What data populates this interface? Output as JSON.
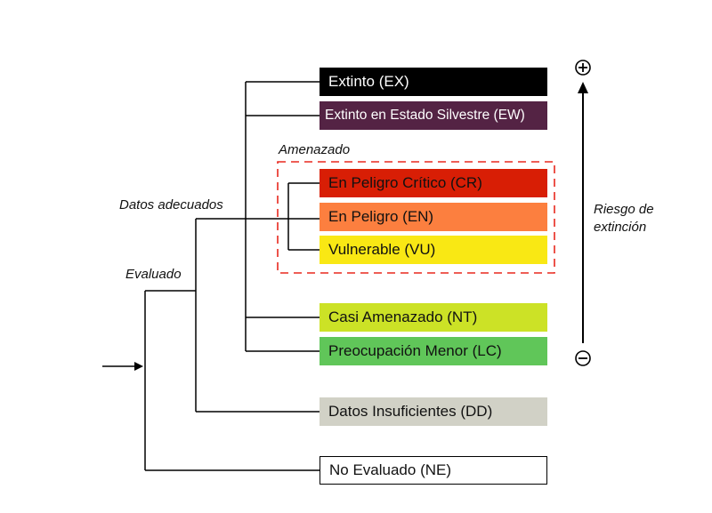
{
  "labels": {
    "evaluado": "Evaluado",
    "datos_adecuados": "Datos adecuados",
    "amenazado": "Amenazado",
    "riesgo_line1": "Riesgo de",
    "riesgo_line2": "extinción"
  },
  "categories": [
    {
      "id": "ex",
      "label": "Extinto (EX)",
      "bg": "#000000",
      "fg": "#ffffff"
    },
    {
      "id": "ew",
      "label": "Extinto en Estado Silvestre (EW)",
      "bg": "#542344",
      "fg": "#ffffff"
    },
    {
      "id": "cr",
      "label": "En Peligro Crítico (CR)",
      "bg": "#d81e05",
      "fg": "#111111"
    },
    {
      "id": "en",
      "label": "En Peligro (EN)",
      "bg": "#fc7f3f",
      "fg": "#111111"
    },
    {
      "id": "vu",
      "label": "Vulnerable (VU)",
      "bg": "#f9e814",
      "fg": "#111111"
    },
    {
      "id": "nt",
      "label": "Casi Amenazado (NT)",
      "bg": "#cce226",
      "fg": "#111111"
    },
    {
      "id": "lc",
      "label": "Preocupación Menor (LC)",
      "bg": "#60c659",
      "fg": "#111111"
    },
    {
      "id": "dd",
      "label": "Datos Insuficientes (DD)",
      "bg": "#d1d1c6",
      "fg": "#111111"
    },
    {
      "id": "ne",
      "label": "No Evaluado (NE)",
      "bg": "#ffffff",
      "fg": "#111111"
    }
  ],
  "colors": {
    "line": "#000000",
    "threat_box": "#e8281e"
  },
  "icons": {
    "plus": "circled-plus-icon",
    "minus": "circled-minus-icon"
  }
}
